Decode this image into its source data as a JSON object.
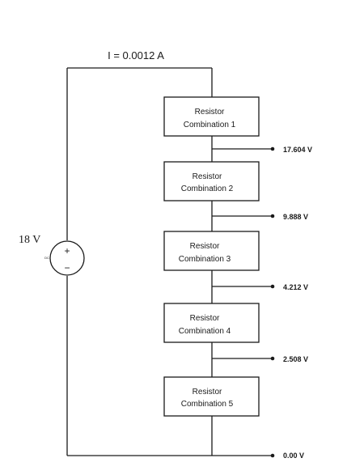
{
  "current_label": "I = 0.0012 A",
  "source": {
    "voltage_label": "18 V",
    "dc_label": "DC",
    "plus_sign": "+",
    "minus_sign": "−"
  },
  "resistors": [
    {
      "line1": "Resistor",
      "line2": "Combination 1"
    },
    {
      "line1": "Resistor",
      "line2": "Combination 2"
    },
    {
      "line1": "Resistor",
      "line2": "Combination 3"
    },
    {
      "line1": "Resistor",
      "line2": "Combination 4"
    },
    {
      "line1": "Resistor",
      "line2": "Combination 5"
    }
  ],
  "node_voltages": [
    "17.604 V",
    "9.888 V",
    "4.212 V",
    "2.508 V",
    "0.00 V"
  ],
  "colors": {
    "wire": "#1a1a1a",
    "background": "#ffffff"
  }
}
